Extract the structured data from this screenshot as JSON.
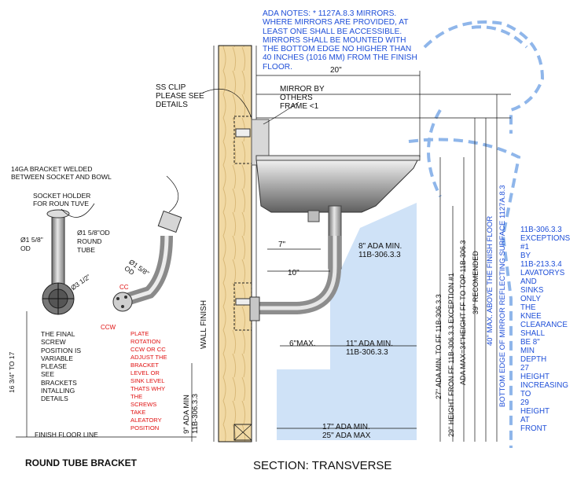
{
  "ada_notes": [
    "ADA NOTES: * 1127A.8.3 MIRRORS.",
    "WHERE MIRRORS ARE PROVIDED, AT",
    "LEAST ONE SHALL BE ACCESSIBLE.",
    "MIRRORS SHALL BE MOUNTED WITH",
    "THE BOTTOM EDGE NO HIGHER THAN",
    "40 INCHES (1016 MM) FROM THE FINISH",
    "FLOOR."
  ],
  "exceptions_note": [
    "11B-306.3.3",
    "EXCEPTIONS",
    "#1",
    "BY",
    "11B-213.3.4",
    "LAVATORYS",
    "AND",
    "SINKS",
    "ONLY",
    "THE",
    "KNEE",
    "CLEARANCE",
    "SHALL",
    "BE 8\"",
    "MIN",
    "DEPTH",
    "27",
    "HEIGHT",
    "INCREASING",
    "TO",
    "29",
    "HEIGHT",
    "AT",
    "FRONT"
  ],
  "left_labels": {
    "bracket_welded": [
      "14GA BRACKET WELDED",
      "BETWEEN SOCKET AND BOWL"
    ],
    "socket_holder": [
      "SOCKET HOLDER",
      "FOR ROUN TUVE"
    ],
    "dia_158_od": [
      "Ø1 5/8\"",
      "OD"
    ],
    "round_tube": [
      "Ø1 5/8\"OD",
      "ROUND",
      "TUBE"
    ],
    "dia_158_od_diag": [
      "Ø1 5/8\"",
      "OD"
    ],
    "dia_312": "Ø3 1/2\"",
    "cc": "CC",
    "ccw": "CCW",
    "final_screw": [
      "THE FINAL",
      "SCREW",
      "POSITION IS",
      "VARIABLE",
      "PLEASE",
      "SEE",
      "BRACKETS",
      "INTALLING",
      "DETAILS"
    ],
    "plate_rotation": [
      "PLATE",
      "ROTATION",
      "CCW OR CC",
      "ADJUST THE",
      "BRACKET",
      "LEVEL OR",
      "SINK LEVEL",
      "THATS WHY",
      "THE",
      "SCREWS",
      "TAKE",
      "ALEATORY",
      "POSITION"
    ],
    "height_range": "16 3/4\" TO 17",
    "finish_floor": "FINISH FLOOR LINE",
    "title_round_tube": "ROUND TUBE BRACKET"
  },
  "section": {
    "ss_clip": [
      "SS CLIP",
      "PLEASE SEE",
      "DETAILS"
    ],
    "mirror": [
      "MIRROR BY",
      "OTHERS",
      "FRAME <1"
    ],
    "dim_20": "20\"",
    "dim_7": "7\"",
    "dim_10": "10\"",
    "dim_6max": "6\"MAX.",
    "ada_8": [
      "8\" ADA MIN.",
      "11B-306.3.3"
    ],
    "ada_11": [
      "11\" ADA MIN.",
      "11B-306.3.3"
    ],
    "ada_17": [
      "17\" ADA MIN.",
      "25\" ADA MAX"
    ],
    "ada_9": [
      "9\" ADA MIN",
      "11B-306.3.3"
    ],
    "wall_finish": "WALL FINISH",
    "v_27": "27\" ADA MIN. TO FF 11B-306.3.3",
    "v_29": "29\" HEIGHT FRON FF 11B-306.3.3 EXCEPTION #1",
    "v_34": "ADA MAX=34\"HEIGHT FF TO TOP 11B-306.3",
    "v_39": "39\" RECOMENDED",
    "v_40": "40\" MAX. ABOVE THE FINISH FLOOR",
    "v_mirror": "BOTTOM EDGE OF MIRROR REFLECTING SURFACE 1127A.8.3",
    "title": "SECTION: TRANSVERSE"
  }
}
